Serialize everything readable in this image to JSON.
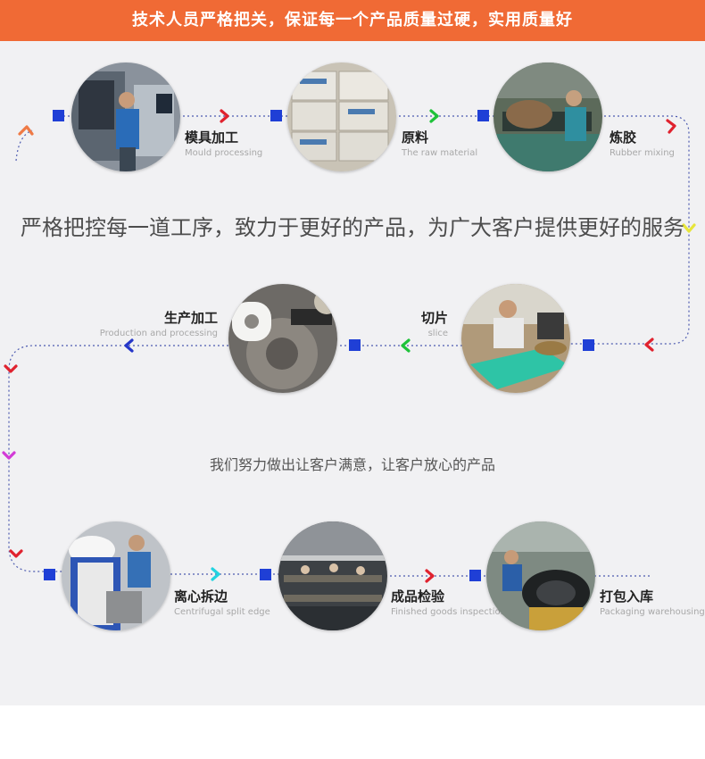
{
  "banner": {
    "text": "技术人员严格把关，保证每一个产品质量过硬，实用质量好"
  },
  "slogans": {
    "line1": "严格把控每一道工序，致力于更好的产品，为广大客户提供更好的服务",
    "line2": "我们努力做出让客户满意，让客户放心的产品"
  },
  "steps": [
    {
      "zh": "模具加工",
      "en": "Mould processing",
      "icon": "cnc-machine-photo"
    },
    {
      "zh": "原料",
      "en": "The raw material",
      "icon": "material-boxes-photo"
    },
    {
      "zh": "炼胶",
      "en": "Rubber mixing",
      "icon": "rubber-mill-photo"
    },
    {
      "zh": "切片",
      "en": "slice",
      "icon": "cutting-table-photo"
    },
    {
      "zh": "生产加工",
      "en": "Production and processing",
      "icon": "press-mold-photo"
    },
    {
      "zh": "离心拆边",
      "en": "Centrifugal split edge",
      "icon": "centrifuge-photo"
    },
    {
      "zh": "成品检验",
      "en": "Finished goods inspection",
      "icon": "inspection-hall-photo"
    },
    {
      "zh": "打包入库",
      "en": "Packaging warehousing",
      "icon": "packaging-photo"
    }
  ],
  "colors": {
    "banner": "#f06a35",
    "panel": "#f1f1f3",
    "dots": "#1f3fd6",
    "line": "#4d5bb0",
    "arrow_red": "#e0222e",
    "arrow_green": "#1fc23a",
    "arrow_blue": "#2536c9",
    "arrow_cyan": "#22d3e0",
    "arrow_yellow": "#e7e53a",
    "arrow_magenta": "#d23ad6",
    "arrow_orange": "#ef7a45"
  }
}
